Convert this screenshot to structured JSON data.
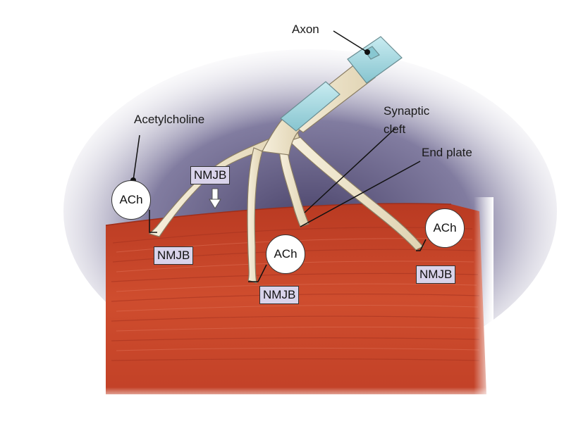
{
  "labels": {
    "axon": "Axon",
    "acetylcholine": "Acetylcholine",
    "synaptic_cleft_line1": "Synaptic",
    "synaptic_cleft_line2": "cleft",
    "end_plate": "End plate"
  },
  "ach_text": "ACh",
  "nmjb_text": "NMJB",
  "colors": {
    "muscle": "#c8452a",
    "muscle_dark": "#9e2e1a",
    "nerve": "#efe6cf",
    "myelin": "#a9dbe3",
    "background_shadow": "#3e3760",
    "nmjb_box": "#d9d3ea"
  }
}
